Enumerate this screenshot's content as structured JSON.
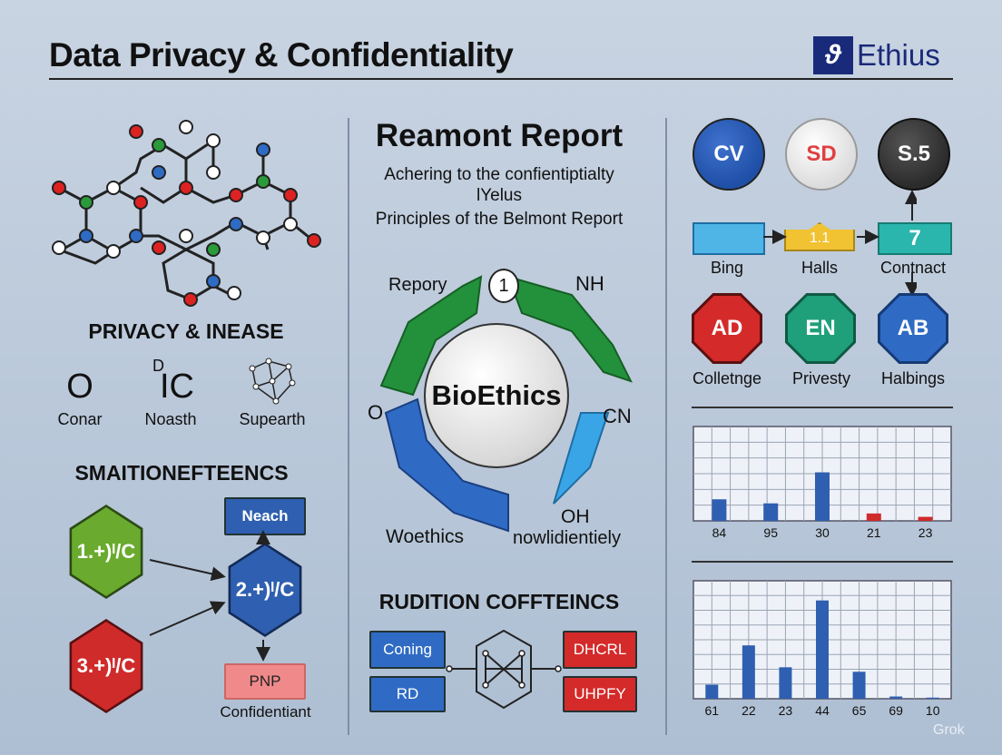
{
  "header": {
    "title": "Data Privacy & Confidentiality",
    "logo_mark": "ϑ",
    "logo_text": "Ethius"
  },
  "left": {
    "section1": "PRIVACY & INEASE",
    "symbols": [
      {
        "glyph": "O",
        "label": "Conar"
      },
      {
        "glyph": "IC",
        "sup": "D",
        "label": "Noasth"
      },
      {
        "glyph": "",
        "label": "Supearth"
      }
    ],
    "section2": "SMAITIONEFTEENCS",
    "hexes": [
      {
        "label": "1.+)ᴵ/C",
        "color": "#6aaa2e"
      },
      {
        "label": "2.+)ᴵ/C",
        "color": "#2f5fb0"
      },
      {
        "label": "3.+)ᴵ/C",
        "color": "#cf2b2b"
      }
    ],
    "neach": "Neach",
    "pnp": "PNP",
    "confidentiant": "Confidentiant"
  },
  "center": {
    "report_title": "Reamont Report",
    "sub1": "Achering to the confientiptialty",
    "sub2": "lYelus",
    "sub3": "Principles of the Belmont Report",
    "circle_label": "BioEthics",
    "badge": "1",
    "cycle_labels": {
      "tl": "Repory",
      "tr": "NH",
      "l": "O",
      "r": "CN",
      "br_top": "OH",
      "bl": "Woethics",
      "br": "nowlidientiely"
    },
    "section3": "RUDITION COFFTEINCS",
    "left_boxes": [
      "Coning",
      "RD"
    ],
    "right_boxes": [
      "DHCRL",
      "UHPFY"
    ]
  },
  "right": {
    "top_circles": [
      {
        "label": "CV",
        "bg": "#1f4fa6",
        "fg": "#ffffff"
      },
      {
        "label": "SD",
        "bg": "#ececec",
        "fg": "#e04040"
      },
      {
        "label": "S.5",
        "bg": "#2b2b2b",
        "fg": "#ffffff"
      }
    ],
    "flow": [
      {
        "label": "Bing",
        "box": "",
        "color": "#4fb5e6"
      },
      {
        "label": "Halls",
        "box": "1.1",
        "color": "#f1c232"
      },
      {
        "label": "Contnact",
        "box": "7",
        "color": "#2ab5ad"
      }
    ],
    "octagons": [
      {
        "label": "AD",
        "sub": "Colletnge",
        "color": "#d42a2a"
      },
      {
        "label": "EN",
        "sub": "Privesty",
        "color": "#1fa07a"
      },
      {
        "label": "AB",
        "sub": "Halbings",
        "color": "#2f6bc4"
      }
    ],
    "chart1": {
      "categories": [
        "84",
        "95",
        "30",
        "21",
        "23"
      ]
    },
    "chart2": {
      "categories": [
        "61",
        "22",
        "23",
        "44",
        "65",
        "69",
        "10"
      ]
    }
  },
  "chart_data": [
    {
      "type": "bar",
      "categories": [
        "84",
        "95",
        "30",
        "21",
        "23"
      ],
      "values": [
        3.2,
        2.6,
        7.2,
        1.1,
        0.6
      ],
      "colors": [
        "#2f5fb0",
        "#2f5fb0",
        "#2f5fb0",
        "#cf2b2b",
        "#cf2b2b"
      ],
      "ylim": [
        0,
        14
      ],
      "grid": true
    },
    {
      "type": "bar",
      "categories": [
        "61",
        "22",
        "23",
        "44",
        "65",
        "69",
        "10"
      ],
      "values": [
        2.5,
        9.5,
        5.6,
        17.5,
        4.8,
        0.4,
        0.2
      ],
      "ylim": [
        0,
        21
      ],
      "grid": true
    }
  ],
  "watermark": "Grok"
}
